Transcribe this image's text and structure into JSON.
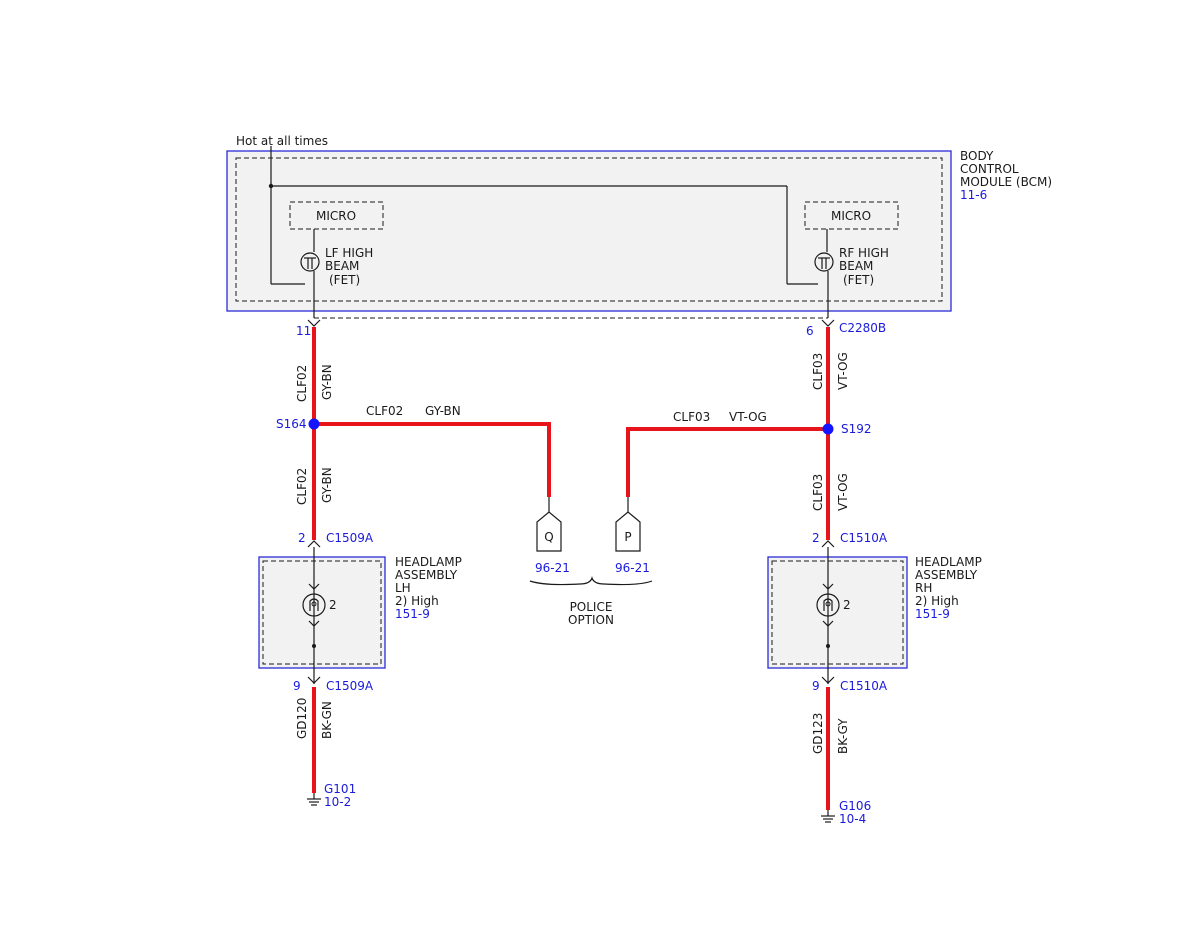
{
  "power": {
    "hot_label": "Hot at all times"
  },
  "bcm": {
    "name_lines": [
      "BODY",
      "CONTROL",
      "MODULE (BCM)"
    ],
    "ref": "11-6",
    "micro_left": "MICRO",
    "micro_right": "MICRO",
    "fet_left_lines": [
      "LF HIGH",
      "BEAM",
      "(FET)"
    ],
    "fet_right_lines": [
      "RF HIGH",
      "BEAM",
      "(FET)"
    ],
    "pin_left": "11",
    "pin_right": "6",
    "connector_right": "C2280B"
  },
  "wires": {
    "lf_circuit": "CLF02",
    "lf_color": "GY-BN",
    "rf_circuit": "CLF03",
    "rf_color": "VT-OG",
    "lh_ground_circuit": "GD120",
    "lh_ground_color": "BK-GN",
    "rh_ground_circuit": "GD123",
    "rh_ground_color": "BK-GY"
  },
  "splices": {
    "left": "S164",
    "right": "S192"
  },
  "police": {
    "pin_q": "Q",
    "pin_p": "P",
    "ref_q": "96-21",
    "ref_p": "96-21",
    "label_lines": [
      "POLICE",
      "OPTION"
    ]
  },
  "lh": {
    "top_pin": "2",
    "top_connector": "C1509A",
    "name_lines": [
      "HEADLAMP",
      "ASSEMBLY",
      "LH"
    ],
    "function": "2) High",
    "ref": "151-9",
    "bulb_pin": "2",
    "bottom_pin": "9",
    "bottom_connector": "C1509A",
    "ground": "G101",
    "ground_ref": "10-2"
  },
  "rh": {
    "top_pin": "2",
    "top_connector": "C1510A",
    "name_lines": [
      "HEADLAMP",
      "ASSEMBLY",
      "RH"
    ],
    "function": "2) High",
    "ref": "151-9",
    "bulb_pin": "2",
    "bottom_pin": "9",
    "bottom_connector": "C1510A",
    "ground": "G106",
    "ground_ref": "10-4"
  },
  "colors": {
    "wire": "#e8141b",
    "reference_text": "#1a1adc",
    "splice": "#1414ff",
    "module_outline": "#2b2bd6"
  }
}
